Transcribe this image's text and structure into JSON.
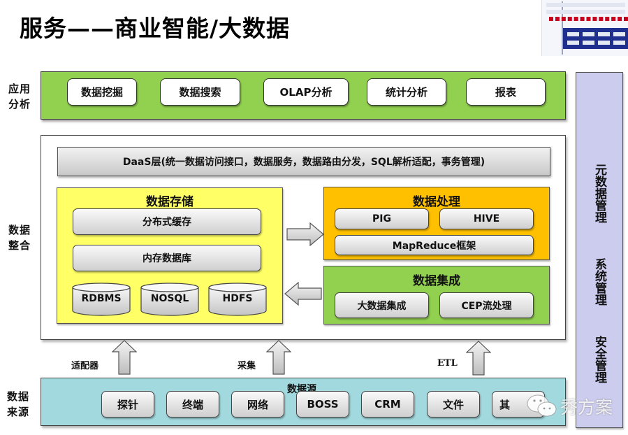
{
  "title": "服务——商业智能/大数据",
  "layers": {
    "application": {
      "label_line1": "应用",
      "label_line2": "分析",
      "items": [
        "数据挖掘",
        "数据搜索",
        "OLAP分析",
        "统计分析",
        "报表"
      ]
    },
    "integration": {
      "label_line1": "数据",
      "label_line2": "整合",
      "daas": "DaaS层(统一数据访问接口，数据服务，数据路由分发，SQL解析适配，事务管理)",
      "storage": {
        "title": "数据存储",
        "items": [
          "分布式缓存",
          "内存数据库"
        ],
        "databases": [
          "RDBMS",
          "NOSQL",
          "HDFS"
        ]
      },
      "processing": {
        "title": "数据处理",
        "items": [
          "PIG",
          "HIVE",
          "MapReduce框架"
        ]
      },
      "collection": {
        "title": "数据集成",
        "items": [
          "大数据集成",
          "CEP流处理"
        ]
      }
    },
    "arrows": [
      "适配器",
      "采集",
      "ETL"
    ],
    "source": {
      "label_line1": "数据",
      "label_line2": "来源",
      "title": "数据源",
      "items": [
        "探针",
        "终端",
        "网络",
        "BOSS",
        "CRM",
        "文件",
        "其"
      ]
    },
    "management": {
      "items": [
        "元数据管理",
        "系统管理",
        "安全管理"
      ]
    }
  },
  "watermark": "秀方案",
  "colors": {
    "app_band": "#92d050",
    "storage": "#ffff66",
    "processing": "#ffc000",
    "collection": "#92d050",
    "source_band": "#a2d9de",
    "management": "#ccccee"
  }
}
